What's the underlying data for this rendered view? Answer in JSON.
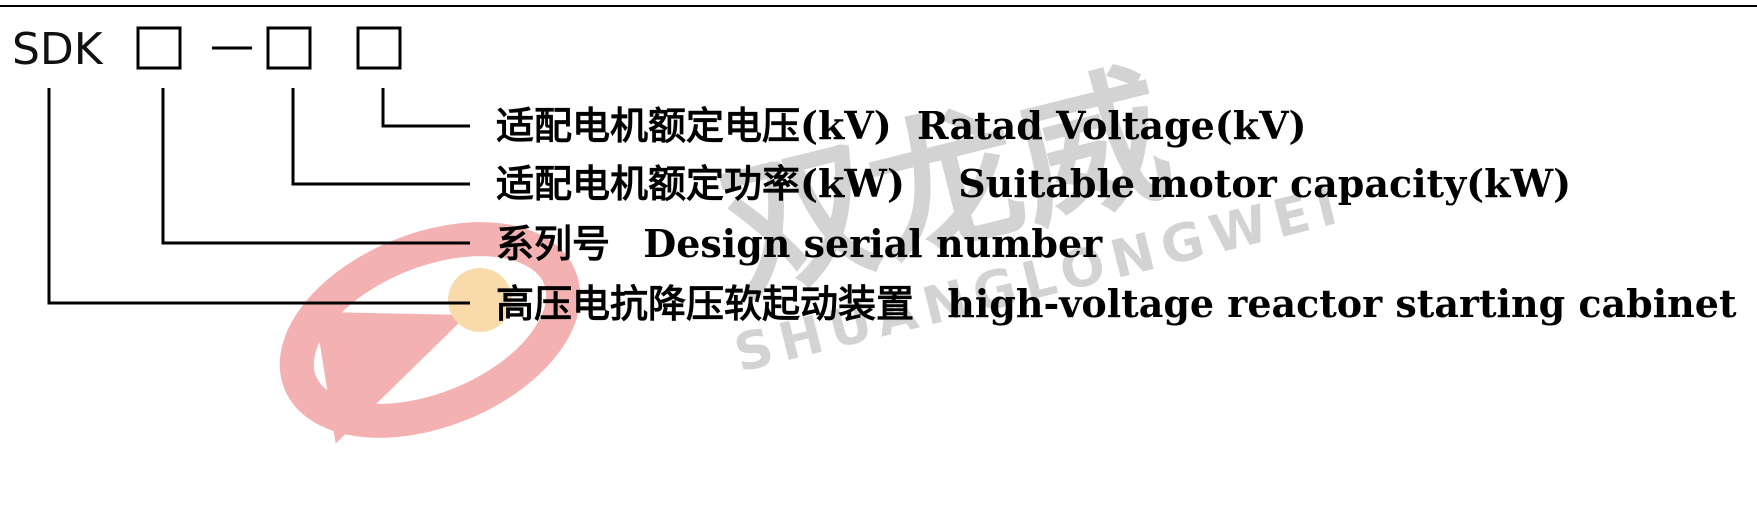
{
  "model_code": {
    "prefix": "SDK",
    "separator": "—"
  },
  "labels": [
    {
      "cn": "适配电机额定电压(kV)",
      "en": "Ratad Voltage(kV)"
    },
    {
      "cn": "适配电机额定功率(kW)",
      "en": "Suitable motor capacity(kW)"
    },
    {
      "cn": "系列号",
      "en": "Design serial number"
    },
    {
      "cn": "高压电抗降压软起动装置",
      "en": "high-voltage reactor starting cabinet"
    }
  ],
  "watermark": {
    "cn": "双龙威",
    "en": "SHUANGLONGWEI",
    "logo_color": "#e03030",
    "text_color": "#9a9a9a"
  },
  "colors": {
    "line": "#000000",
    "text": "#000000"
  }
}
